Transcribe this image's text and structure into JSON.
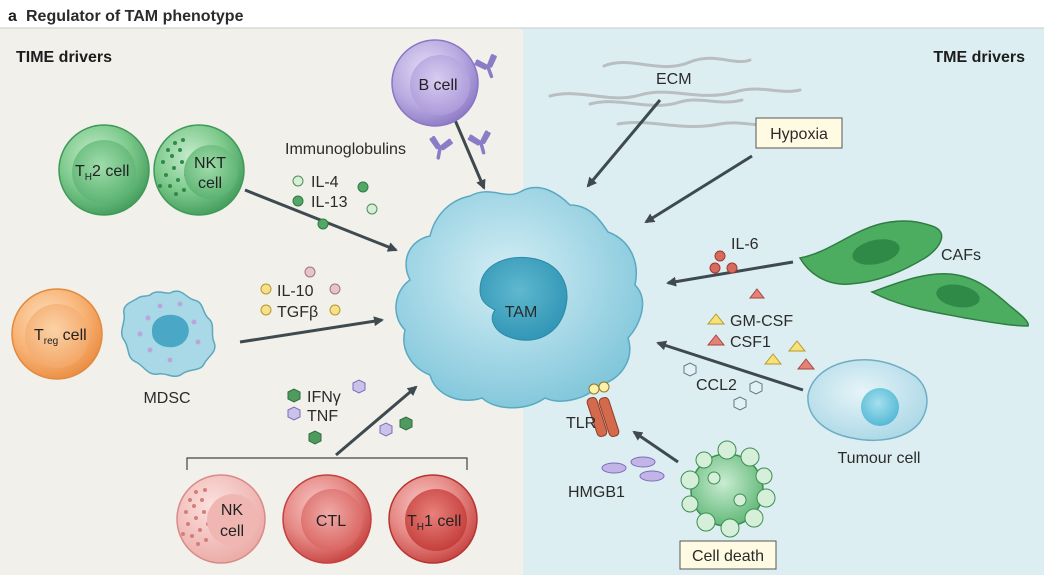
{
  "panel_letter": "a",
  "panel_title": "Regulator of TAM phenotype",
  "left_header": "TIME drivers",
  "right_header": "TME drivers",
  "center_cell": "TAM",
  "cells": {
    "th2": {
      "main": "T",
      "sub": "H",
      "rest": "2 cell"
    },
    "nkt": {
      "line1": "NKT",
      "line2": "cell"
    },
    "bcell": "B cell",
    "treg": {
      "main": "T",
      "sub": "reg",
      "rest": " cell"
    },
    "mdsc": "MDSC",
    "nk": {
      "line1": "NK",
      "line2": "cell"
    },
    "ctl": "CTL",
    "th1": {
      "main": "T",
      "sub": "H",
      "rest": "1 cell"
    },
    "tumour": "Tumour cell",
    "cafs": "CAFs"
  },
  "labels": {
    "immunoglobulins": "Immunoglobulins",
    "il4": "IL-4",
    "il13": "IL-13",
    "il10": "IL-10",
    "tgfb": "TGFβ",
    "ifng": "IFNγ",
    "tnf": "TNF",
    "ecm": "ECM",
    "hypoxia": "Hypoxia",
    "il6": "IL-6",
    "gmcsf": "GM-CSF",
    "csf1": "CSF1",
    "ccl2": "CCL2",
    "tlr": "TLR",
    "hmgb1": "HMGB1",
    "cell_death": "Cell death"
  },
  "colors": {
    "left_bg": "#f1f0eb",
    "right_bg": "#ddeef2",
    "tam": "#8fd0e2",
    "green_cell": "#5cb772",
    "orange_cell": "#f6a25a",
    "red_cell": "#d8524f",
    "bcell": "#9c8bd0",
    "caf": "#45a65a",
    "arrow": "#3e4a4f"
  }
}
